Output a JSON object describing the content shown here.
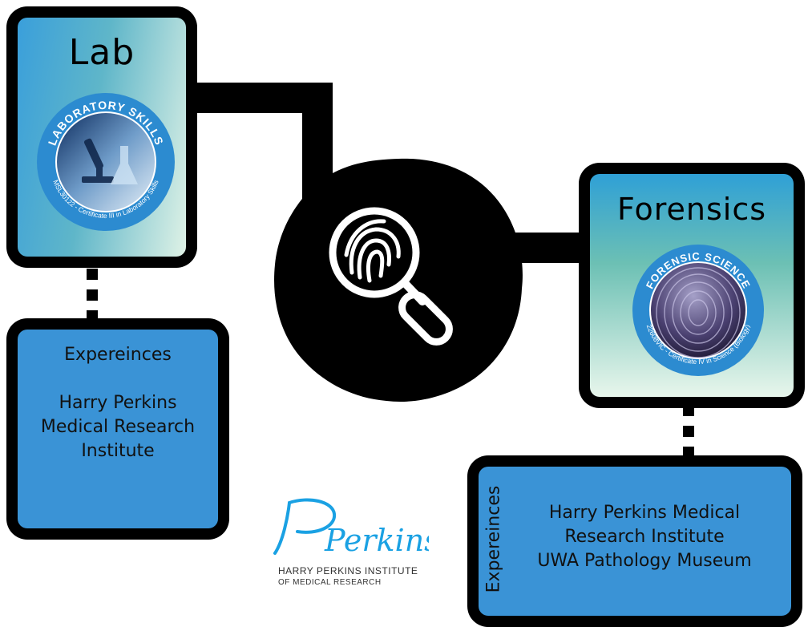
{
  "lab_card": {
    "title": "Lab",
    "badge": {
      "top_text": "LABORATORY SKILLS",
      "bottom_text": "MSL30122 - Certificate III in Laboratory Skills",
      "image_icon": "microscope-lab-icon"
    }
  },
  "lab_experience": {
    "heading": "Expereinces",
    "lines": [
      "Harry Perkins",
      "Medical Research",
      "Institute"
    ]
  },
  "forensics_card": {
    "title": "Forensics",
    "badge": {
      "top_text": "FORENSIC SCIENCE",
      "bottom_text": "22608VIC - Certificate IV in Science (Biology)",
      "image_icon": "fingerprint-globe-icon"
    }
  },
  "forensics_experience": {
    "heading": "Expereinces",
    "lines": [
      "Harry Perkins Medical",
      "Research Institute",
      "UWA Pathology Museum"
    ]
  },
  "center_emblem": {
    "icon": "fingerprint-magnifier-icon"
  },
  "logo": {
    "wordmark": "Perkins",
    "line1": "HARRY PERKINS INSTITUTE",
    "line2": "OF MEDICAL RESEARCH"
  },
  "colors": {
    "accent_blue": "#3a93d6",
    "logo_blue": "#1aa1e3",
    "border": "#000000"
  }
}
